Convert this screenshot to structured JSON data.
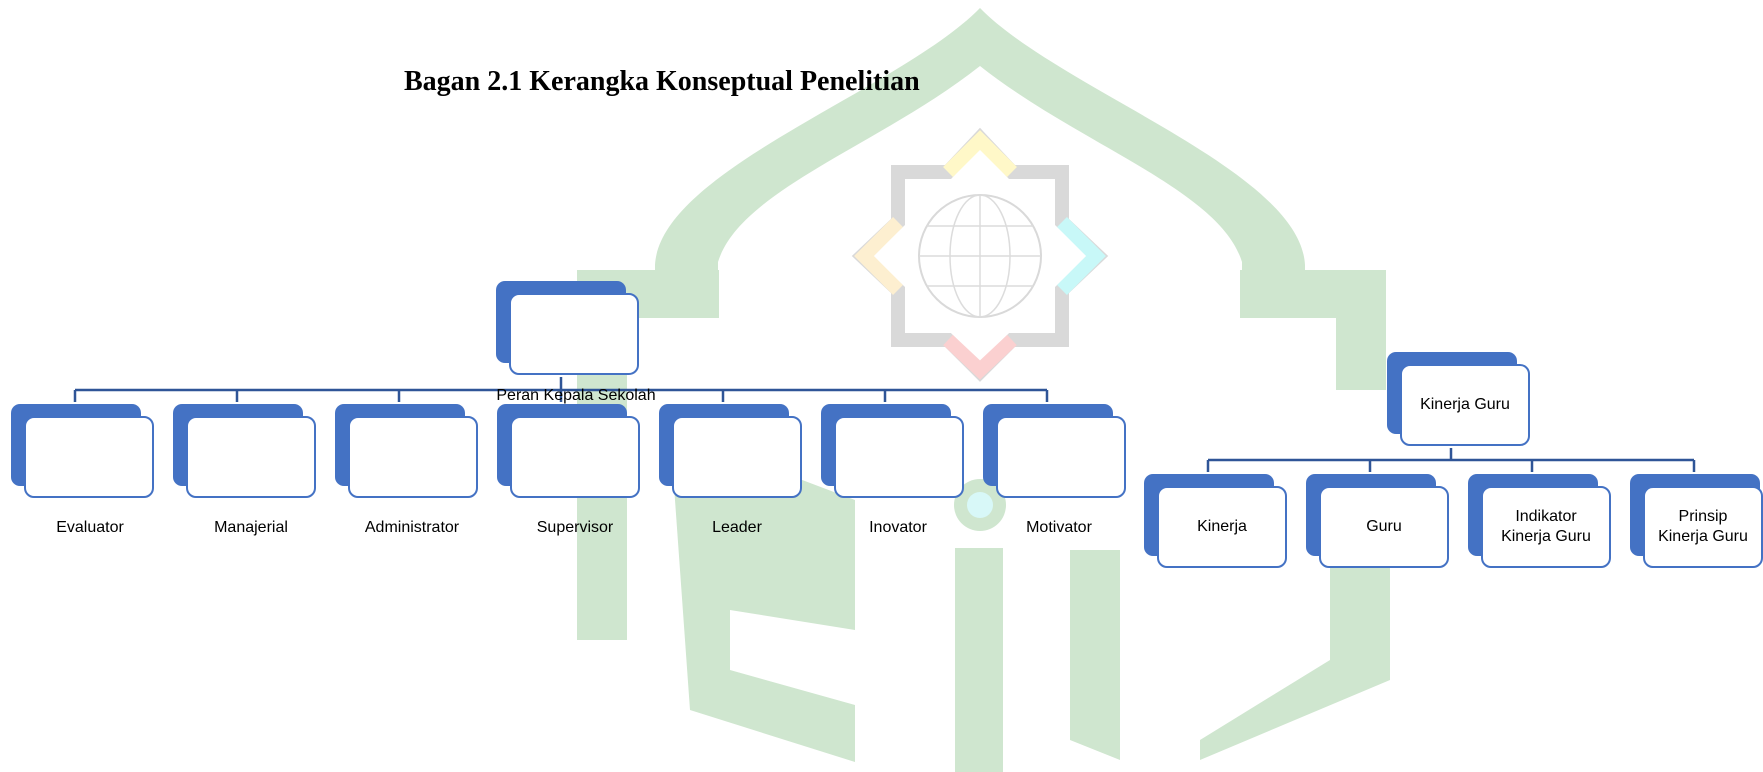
{
  "title": "Bagan 2.1 Kerangka Konseptual Penelitian",
  "left_tree": {
    "root": "Peran Kepala Sekolah",
    "children": [
      "Evaluator",
      "Manajerial",
      "Administrator",
      "Supervisor",
      "Leader",
      "Inovator",
      "Motivator"
    ]
  },
  "right_tree": {
    "root": "Kinerja Guru",
    "children": [
      "Kinerja",
      "Guru",
      "Indikator Kinerja Guru",
      "Prinsip Kinerja Guru"
    ]
  },
  "colors": {
    "box_fill": "#4472c4",
    "box_border": "#4472c4",
    "connector": "#2f5597",
    "watermark_green": "#cfe6cf"
  }
}
